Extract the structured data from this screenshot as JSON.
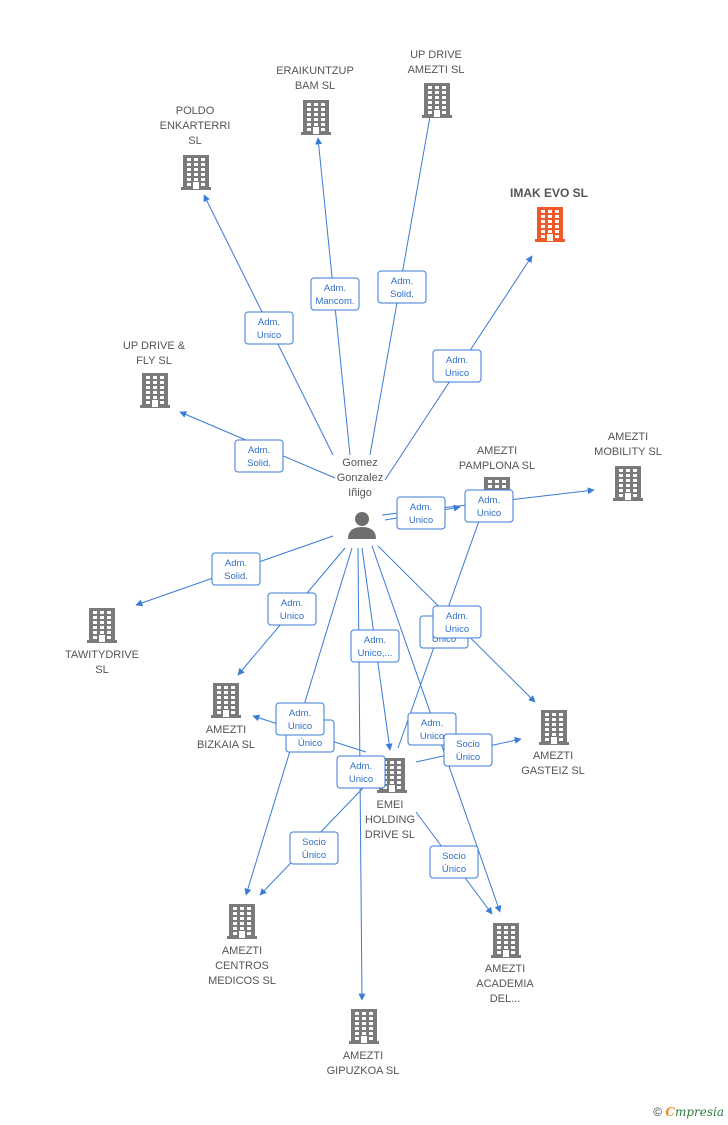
{
  "colors": {
    "edge": "#3a7bd5",
    "building": "#7a7a7a",
    "highlight": "#f05a28",
    "person": "#6e6e6e"
  },
  "center": {
    "name_lines": [
      "Gomez",
      "Gonzalez",
      "Iñigo"
    ],
    "icon": "person-icon"
  },
  "nodes": [
    {
      "id": "poldo",
      "lines": [
        "POLDO",
        "ENKARTERRI",
        "SL"
      ]
    },
    {
      "id": "eraikuntzup",
      "lines": [
        "ERAIKUNTZUP",
        "BAM  SL"
      ]
    },
    {
      "id": "updrive-amezti",
      "lines": [
        "UP DRIVE",
        "AMEZTI  SL"
      ]
    },
    {
      "id": "imak",
      "lines": [
        "IMAK EVO  SL"
      ],
      "highlight": true
    },
    {
      "id": "updrive-fly",
      "lines": [
        "UP DRIVE &",
        "FLY  SL"
      ]
    },
    {
      "id": "amezti-pamplona",
      "lines": [
        "AMEZTI",
        "PAMPLONA  SL"
      ]
    },
    {
      "id": "amezti-mobility",
      "lines": [
        "AMEZTI",
        "MOBILITY  SL"
      ]
    },
    {
      "id": "tawitydrive",
      "lines": [
        "TAWITYDRIVE",
        "SL"
      ]
    },
    {
      "id": "amezti-bizkaia",
      "lines": [
        "AMEZTI",
        "BIZKAIA  SL"
      ]
    },
    {
      "id": "emei",
      "lines": [
        "EMEI",
        "HOLDING",
        "DRIVE  SL"
      ]
    },
    {
      "id": "amezti-gasteiz",
      "lines": [
        "AMEZTI",
        "GASTEIZ  SL"
      ]
    },
    {
      "id": "amezti-centros",
      "lines": [
        "AMEZTI",
        "CENTROS",
        "MEDICOS  SL"
      ]
    },
    {
      "id": "amezti-academia",
      "lines": [
        "AMEZTI",
        "ACADEMIA",
        "DEL..."
      ]
    },
    {
      "id": "amezti-gipuzkoa",
      "lines": [
        "AMEZTI",
        "GIPUZKOA  SL"
      ]
    }
  ],
  "edge_labels": [
    {
      "id": "l1",
      "lines": [
        "Adm.",
        "Unico"
      ]
    },
    {
      "id": "l2",
      "lines": [
        "Adm.",
        "Mancom."
      ]
    },
    {
      "id": "l3",
      "lines": [
        "Adm.",
        "Solid."
      ]
    },
    {
      "id": "l4",
      "lines": [
        "Adm.",
        "Unico"
      ]
    },
    {
      "id": "l5",
      "lines": [
        "Adm.",
        "Solid."
      ]
    },
    {
      "id": "l6",
      "lines": [
        "Adm.",
        "Unico"
      ]
    },
    {
      "id": "l7",
      "lines": [
        "Adm.",
        "Unico"
      ]
    },
    {
      "id": "l8",
      "lines": [
        "Adm.",
        "Solid."
      ]
    },
    {
      "id": "l9",
      "lines": [
        "Adm.",
        "Unico"
      ]
    },
    {
      "id": "l10",
      "lines": [
        "Adm.",
        "Unico,..."
      ]
    },
    {
      "id": "l11",
      "lines": [
        "Socio",
        "Único"
      ]
    },
    {
      "id": "l12",
      "lines": [
        "Adm.",
        "Unico"
      ]
    },
    {
      "id": "l13",
      "lines": [
        "Socio",
        "Único"
      ]
    },
    {
      "id": "l14",
      "lines": [
        "Adm.",
        "Unico"
      ]
    },
    {
      "id": "l15",
      "lines": [
        "Adm.",
        "Unico"
      ]
    },
    {
      "id": "l16",
      "lines": [
        "Adm.",
        "Unico"
      ]
    },
    {
      "id": "l17",
      "lines": [
        "Socio",
        "Único"
      ]
    },
    {
      "id": "l18",
      "lines": [
        "Socio",
        "Único"
      ]
    },
    {
      "id": "l19",
      "lines": [
        "Socio",
        "Único"
      ]
    }
  ],
  "footer": {
    "copyright": "©",
    "brand_first": "C",
    "brand_rest": "mpresia"
  }
}
